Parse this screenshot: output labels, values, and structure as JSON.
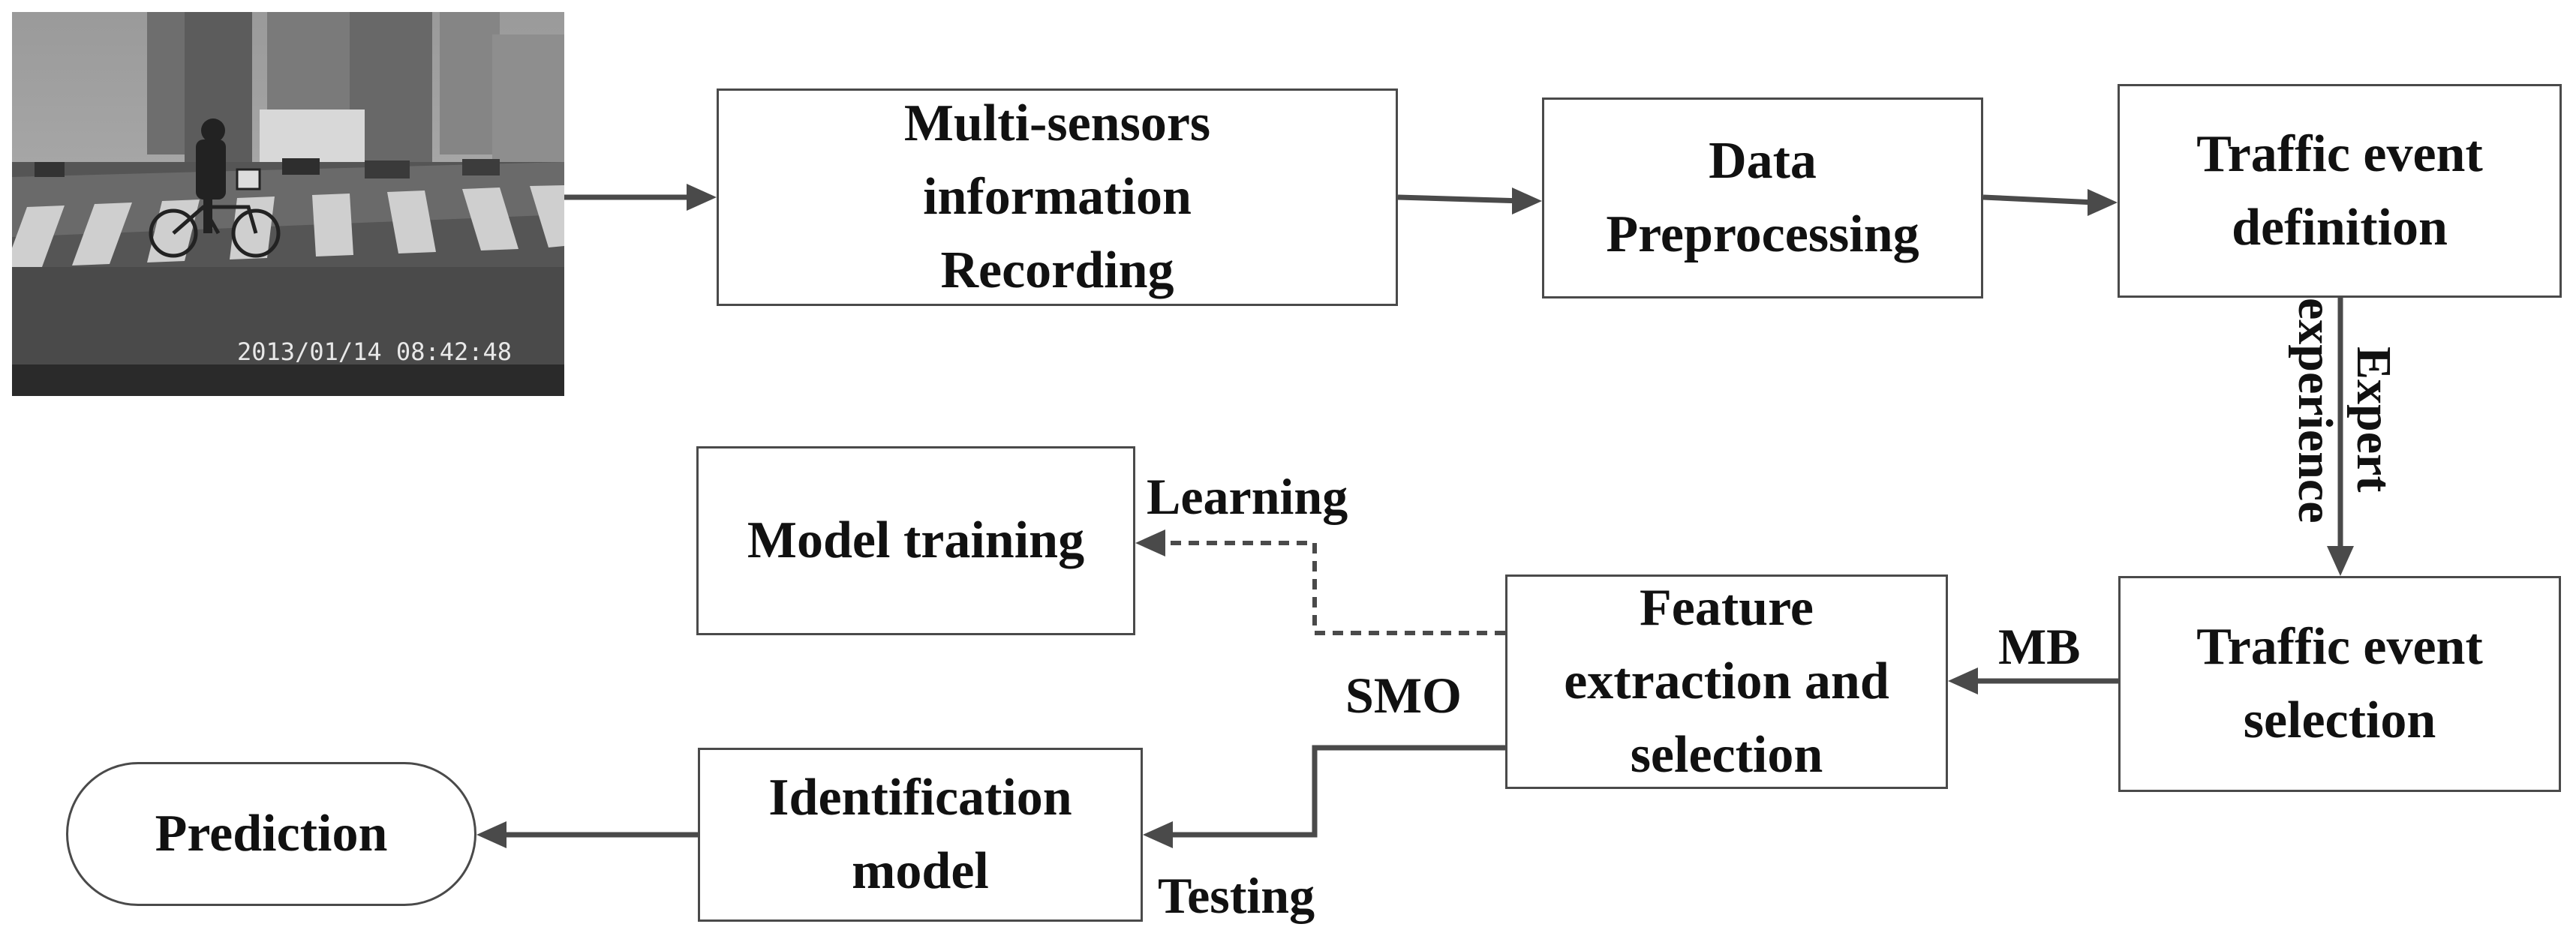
{
  "photo": {
    "timestamp": "2013/01/14  08:42:48"
  },
  "boxes": {
    "recording": [
      "Multi-sensors",
      "information",
      "Recording"
    ],
    "preprocessing": [
      "Data",
      "Preprocessing"
    ],
    "definition": [
      "Traffic event",
      "definition"
    ],
    "selection": [
      "Traffic event",
      "selection"
    ],
    "feature": [
      "Feature",
      "extraction and",
      "selection"
    ],
    "training": [
      "Model training"
    ],
    "identification": [
      "Identification",
      "model"
    ],
    "prediction": [
      "Prediction"
    ]
  },
  "labels": {
    "expert_line1": "Expert",
    "expert_line2": "experience",
    "mb": "MB",
    "learning": "Learning",
    "smo": "SMO",
    "testing": "Testing"
  },
  "colors": {
    "stroke": "#4a4a4a",
    "text": "#111111"
  }
}
